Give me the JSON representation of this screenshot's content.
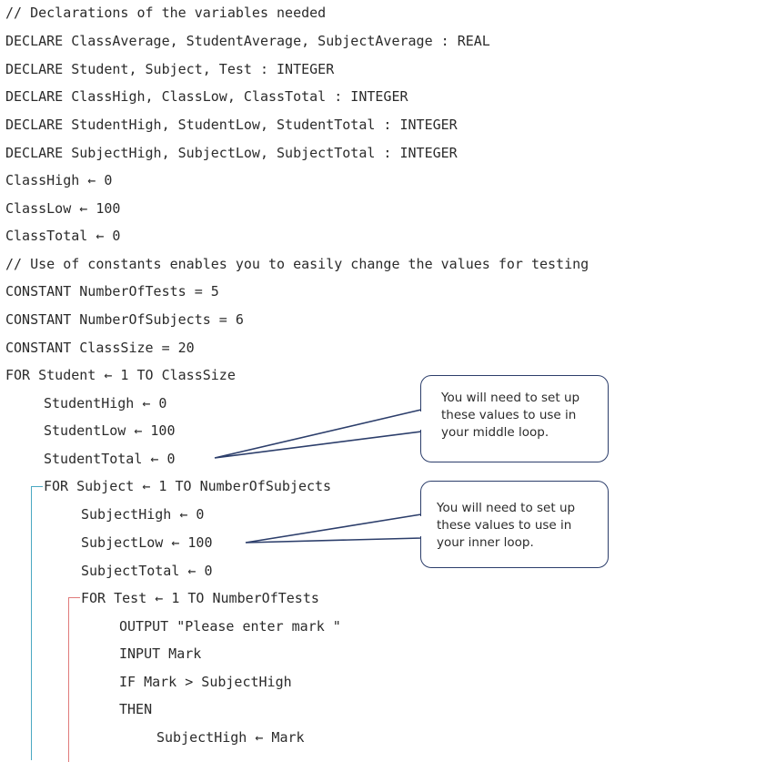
{
  "code_lines": [
    "// Declarations of the variables needed",
    "DECLARE ClassAverage, StudentAverage, SubjectAverage : REAL",
    "DECLARE Student, Subject, Test : INTEGER",
    "DECLARE ClassHigh, ClassLow, ClassTotal : INTEGER",
    "DECLARE StudentHigh, StudentLow, StudentTotal : INTEGER",
    "DECLARE SubjectHigh, SubjectLow, SubjectTotal : INTEGER",
    "ClassHigh ← 0",
    "ClassLow ← 100",
    "ClassTotal ← 0",
    "// Use of constants enables you to easily change the values for testing",
    "CONSTANT NumberOfTests = 5",
    "CONSTANT NumberOfSubjects = 6",
    "CONSTANT ClassSize = 20",
    "FOR Student ← 1 TO ClassSize",
    "StudentHigh ← 0",
    "StudentLow ← 100",
    "StudentTotal ← 0",
    "FOR Subject ← 1 TO NumberOfSubjects",
    "SubjectHigh ← 0",
    "SubjectLow ← 100",
    "SubjectTotal ← 0",
    "FOR Test ← 1 TO NumberOfTests",
    "OUTPUT \"Please enter mark \"",
    "INPUT Mark",
    "IF Mark > SubjectHigh",
    "THEN",
    "SubjectHigh ← Mark"
  ],
  "callouts": {
    "middle": "You will need to set up\nthese values to use in\nyour middle loop.",
    "inner": "You will need to set up\nthese values to use in\nyour inner loop."
  },
  "colors": {
    "outer_bracket": "#4aa8c2",
    "inner_bracket": "#e07b7b",
    "callout_border": "#2c3e6b"
  }
}
